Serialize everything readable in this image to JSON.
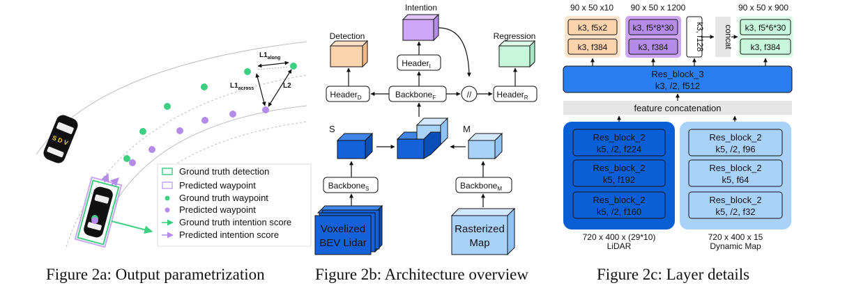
{
  "captions": {
    "fig_a": "Figure 2a: Output parametrization",
    "fig_b": "Figure 2b: Architecture overview",
    "fig_c": "Figure 2c: Layer details"
  },
  "fig_a": {
    "sdv_label": "S D V",
    "l1_along_main": "L1",
    "l1_along_sub": "along",
    "l1_across_main": "L1",
    "l1_across_sub": "across",
    "l2_label": "L2",
    "legend": [
      "Ground truth detection",
      "Predicted waypoint",
      "Ground truth waypoint",
      "Predicted waypoint",
      "Ground truth intention score",
      "Predicted intention score"
    ],
    "colors": {
      "ground_truth": "#3ecf82",
      "predicted": "#b58be8"
    }
  },
  "fig_b": {
    "detection": "Detection",
    "intention": "Intention",
    "regression": "Regression",
    "header_d_main": "Header",
    "header_d_sub": "D",
    "header_i_main": "Header",
    "header_i_sub": "I",
    "header_r_main": "Header",
    "header_r_sub": "R",
    "backbone_f_main": "Backbone",
    "backbone_f_sub": "F",
    "backbone_s_main": "Backbone",
    "backbone_s_sub": "S",
    "backbone_m_main": "Backbone",
    "backbone_m_sub": "M",
    "concat_symbol": "//",
    "s_label": "S",
    "m_label": "M",
    "lidar_line1": "Voxelized",
    "lidar_line2": "BEV Lidar",
    "map_line1": "Rasterized",
    "map_line2": "Map"
  },
  "fig_c": {
    "dim_a": "90 x 50 x10",
    "dim_b": "90 x 50 x 1200",
    "dim_c": "90 x 50 x 900",
    "a_top": "k3, f5x2",
    "a_bottom": "k3, f384",
    "b_top": "k3, f5*8*30",
    "b_bottom": "k3, f384",
    "k3f128": "k3, f128",
    "concat": "concat",
    "c_top": "k3, f5*6*30",
    "c_bottom": "k3, f384",
    "res3_line1": "Res_block_3",
    "res3_line2": "k3, /2, f512",
    "feature_concat": "feature concatenation",
    "lidar_blocks": [
      {
        "name": "Res_block_2",
        "params": "k5, /2, f224"
      },
      {
        "name": "Res_block_2",
        "params": "k5, f192"
      },
      {
        "name": "Res_block_2",
        "params": "k5, /2, f160"
      }
    ],
    "map_blocks": [
      {
        "name": "Res_block_2",
        "params": "k5, /2, f96"
      },
      {
        "name": "Res_block_2",
        "params": "k5, f64"
      },
      {
        "name": "Res_block_2",
        "params": "k5, /2, f32"
      }
    ],
    "lidar_dims": "720 x 400 x (29*10)",
    "lidar_name": "LiDAR",
    "map_dims": "720 x 400 x 15",
    "map_name": "Dynamic Map"
  }
}
